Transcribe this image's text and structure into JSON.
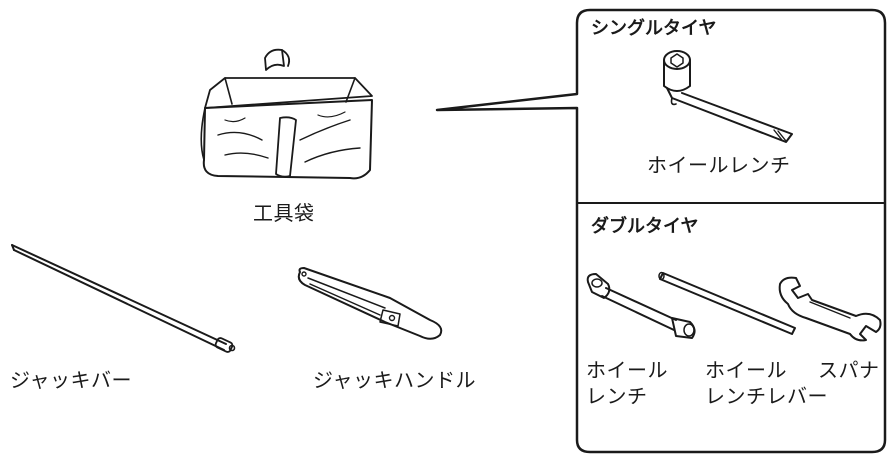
{
  "labels": {
    "tool_bag": "工具袋",
    "jack_bar": "ジャッキバー",
    "jack_handle": "ジャッキハンドル"
  },
  "single_tire": {
    "heading": "シングルタイヤ",
    "wheel_wrench": "ホイールレンチ"
  },
  "double_tire": {
    "heading": "ダブルタイヤ",
    "wheel_wrench_line1": "ホイール",
    "wheel_wrench_line2": "レンチ",
    "wheel_wrench_lever_line1": "ホイール",
    "wheel_wrench_lever_line2": "レンチレバー",
    "spanner": "スパナ"
  }
}
